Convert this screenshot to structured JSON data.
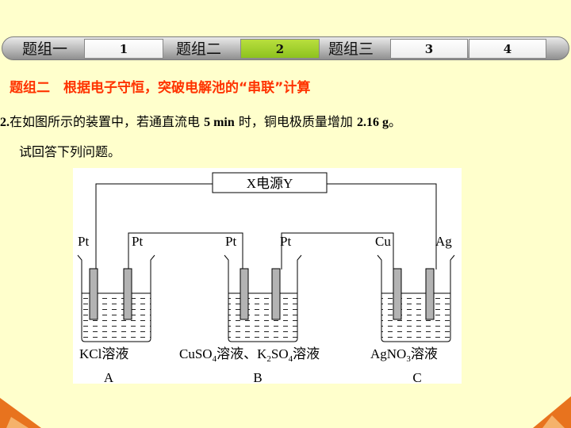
{
  "nav": {
    "group1_label": "题组一",
    "group2_label": "题组二",
    "group3_label": "题组三",
    "buttons": [
      "1",
      "2",
      "3",
      "4"
    ],
    "active": "2"
  },
  "heading": "题组二　根据电子守恒，突破电解池的“串联”计算",
  "question": {
    "number": "2.",
    "text_before": "在如图所示的装置中，若通直流电 ",
    "time": "5 min",
    "text_middle": " 时，铜电极质量增加 ",
    "mass": "2.16 g",
    "text_end": "。",
    "line2": "试回答下列问题。"
  },
  "figure": {
    "power_source": "X电源Y",
    "electrodes": [
      "Pt",
      "Pt",
      "Pt",
      "Pt",
      "Cu",
      "Ag"
    ],
    "beakers": [
      {
        "solution": "KCl溶液",
        "label": "A"
      },
      {
        "solution_parts": [
          "CuSO",
          "4",
          "溶液、K",
          "2",
          "SO",
          "4",
          "溶液"
        ],
        "label": "B"
      },
      {
        "solution_parts": [
          "AgNO",
          "3",
          "溶液"
        ],
        "label": "C"
      }
    ]
  },
  "colors": {
    "heading": "#ff3300",
    "background": "#ffffcc",
    "active_button": "#8dc21f",
    "corner": "#e8731e"
  }
}
